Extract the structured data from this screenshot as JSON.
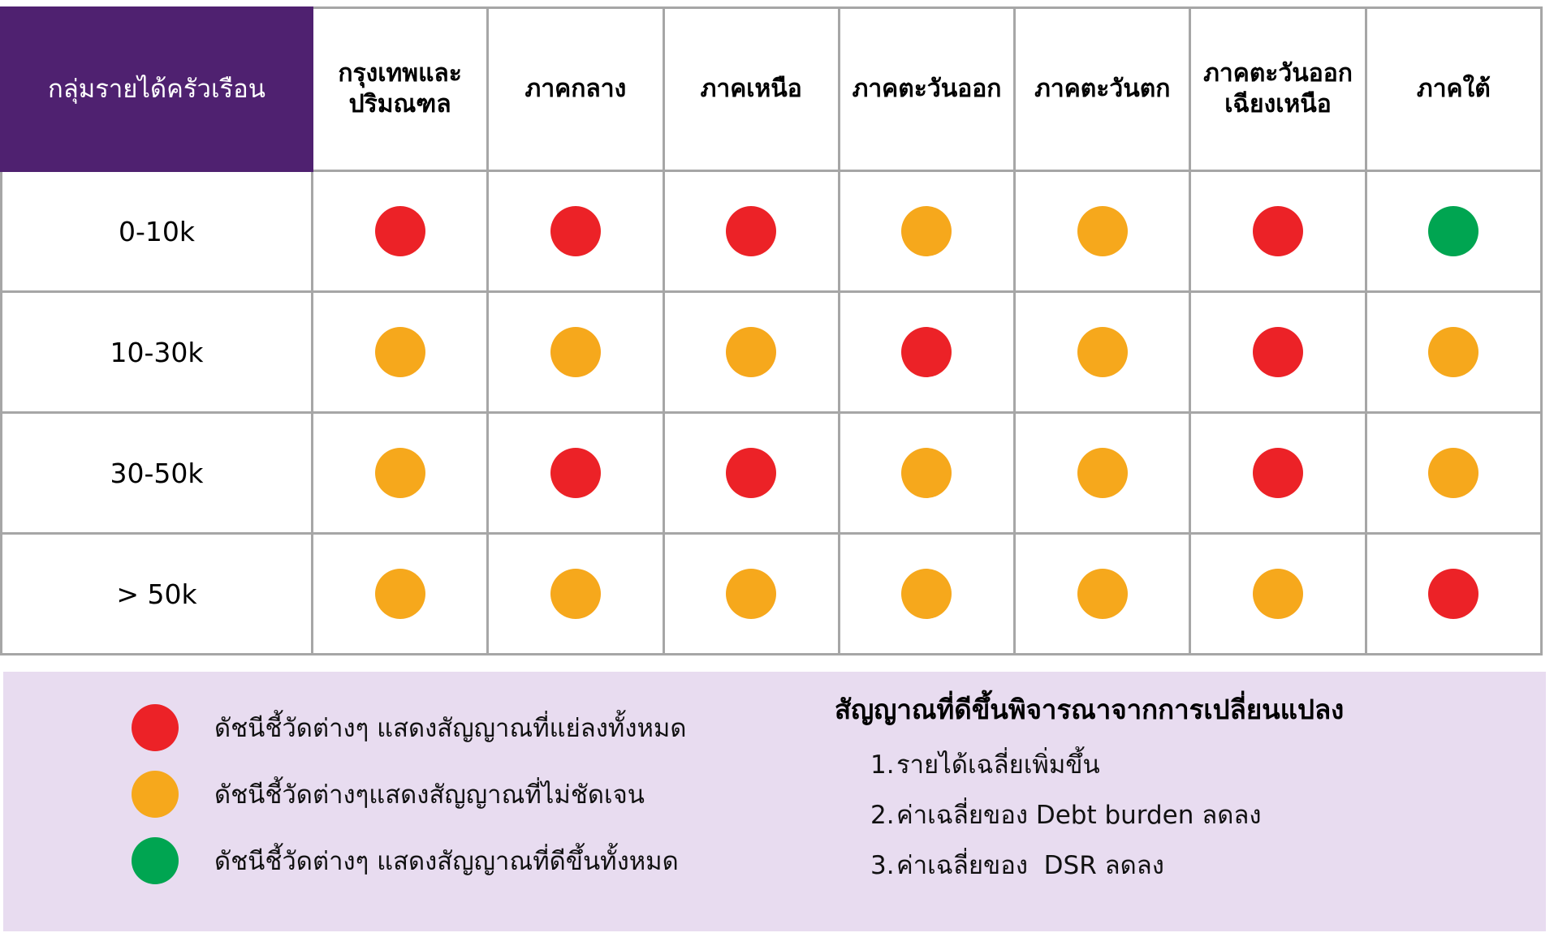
{
  "table": {
    "corner_header": "กลุ่มรายได้ครัวเรือน",
    "columns": [
      "กรุงเทพและปริมณฑล",
      "ภาคกลาง",
      "ภาคเหนือ",
      "ภาคตะวันออก",
      "ภาคตะวันตก",
      "ภาคตะวันออกเฉียงเหนือ",
      "ภาคใต้"
    ],
    "rows": [
      {
        "label": "0-10k",
        "values": [
          "red",
          "red",
          "red",
          "orange",
          "orange",
          "red",
          "green"
        ]
      },
      {
        "label": "10-30k",
        "values": [
          "orange",
          "orange",
          "orange",
          "red",
          "orange",
          "red",
          "orange"
        ]
      },
      {
        "label": "30-50k",
        "values": [
          "orange",
          "red",
          "red",
          "orange",
          "orange",
          "red",
          "orange"
        ]
      },
      {
        "label": "> 50k",
        "values": [
          "orange",
          "orange",
          "orange",
          "orange",
          "orange",
          "orange",
          "red"
        ]
      }
    ]
  },
  "colors": {
    "red": "#EC2227",
    "orange": "#F6A81C",
    "green": "#00A551",
    "header_purple": "#4F2170",
    "panel_lavender": "#E8DCF0",
    "grid_gray": "#a6a6a6"
  },
  "legend": [
    {
      "color": "red",
      "text": "ดัชนีชี้วัดต่างๆ แสดงสัญญาณที่แย่ลงทั้งหมด"
    },
    {
      "color": "orange",
      "text": "ดัชนีชี้วัดต่างๆแสดงสัญญาณที่ไม่ชัดเจน"
    },
    {
      "color": "green",
      "text": "ดัชนีชี้วัดต่างๆ แสดงสัญญาณที่ดีขึ้นทั้งหมด"
    }
  ],
  "notes": {
    "title": "สัญญาณที่ดีขึ้นพิจารณาจากการเปลี่ยนแปลง",
    "items": [
      {
        "num": "1.",
        "text": "รายได้เฉลี่ยเพิ่มขึ้น"
      },
      {
        "num": "2.",
        "text": "ค่าเฉลี่ยของ Debt burden ลดลง"
      },
      {
        "num": "3.",
        "text": "ค่าเฉลี่ยของ  DSR ลดลง"
      }
    ]
  }
}
